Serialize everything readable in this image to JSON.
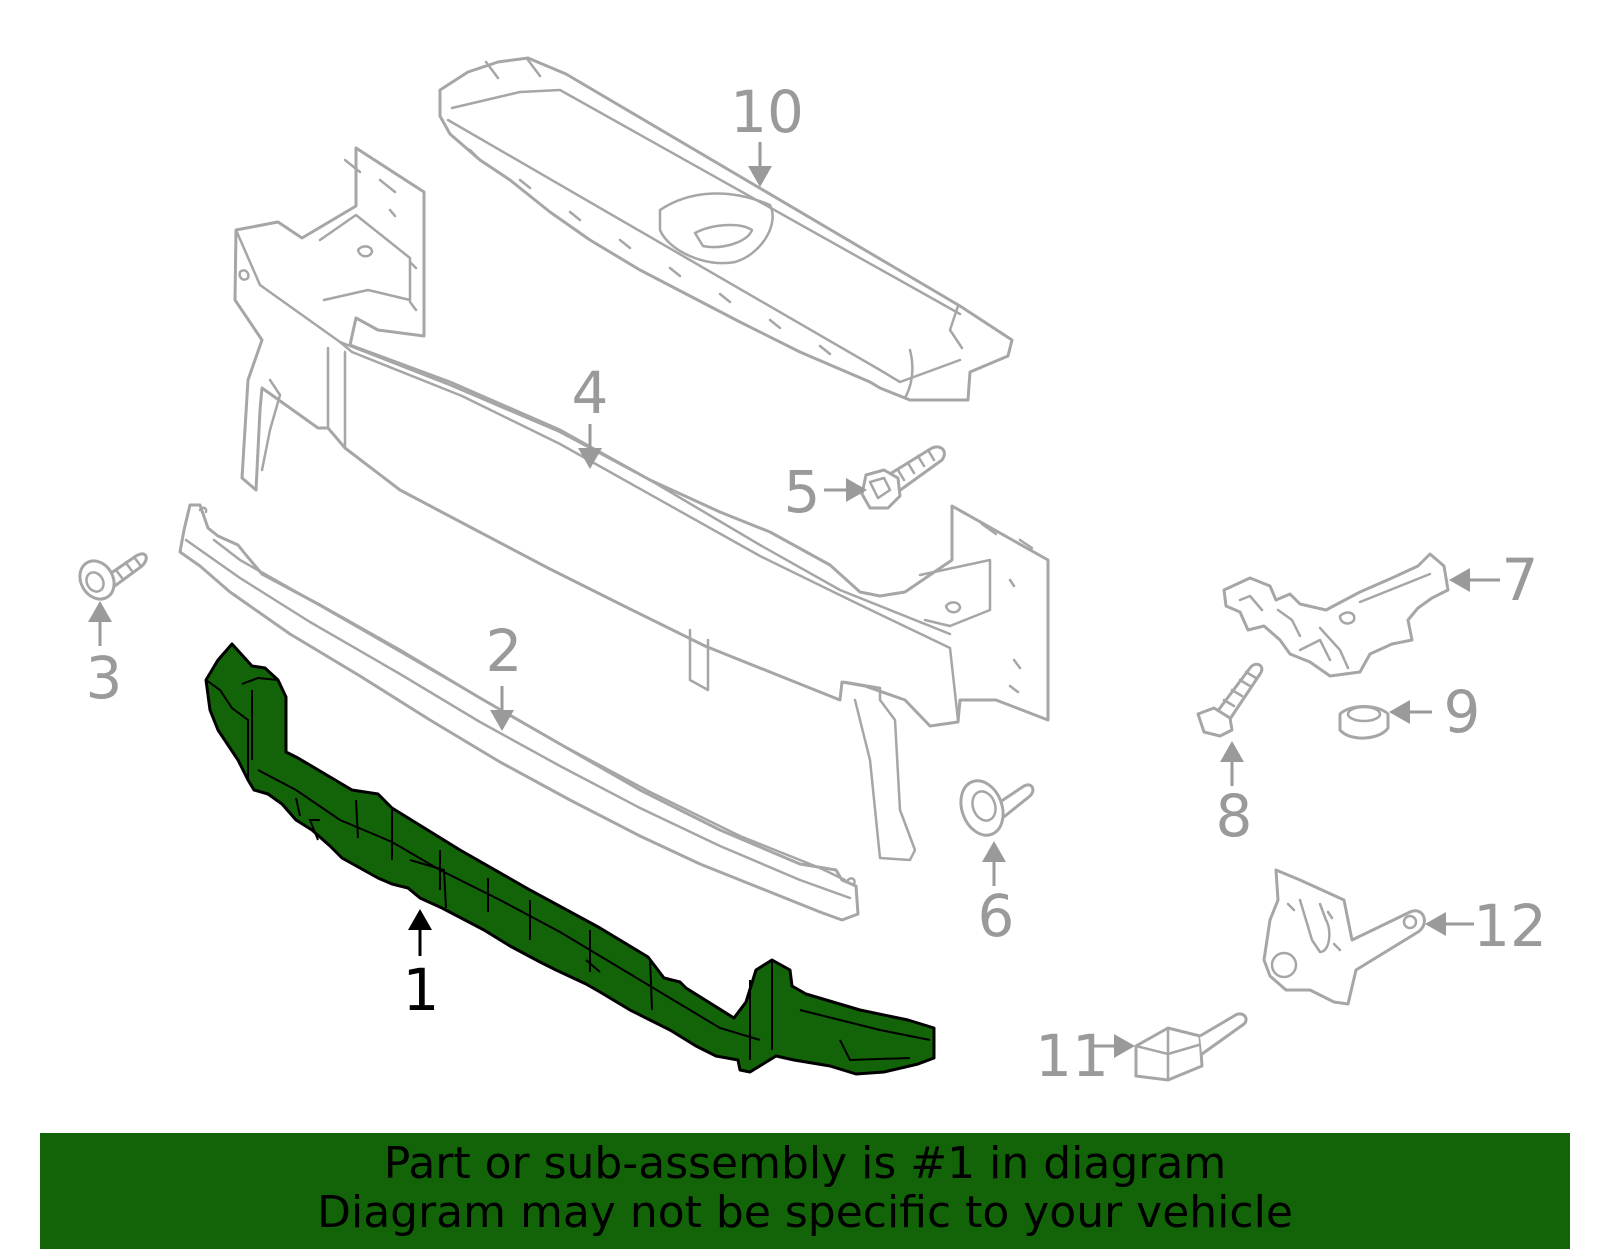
{
  "callouts": {
    "c1": "1",
    "c2": "2",
    "c3": "3",
    "c4": "4",
    "c5": "5",
    "c6": "6",
    "c7": "7",
    "c8": "8",
    "c9": "9",
    "c10": "10",
    "c11": "11",
    "c12": "12"
  },
  "highlighted_part": "1",
  "colors": {
    "highlight_fill": "#136408",
    "line_gray": "#a6a6a6",
    "banner_bg": "#136408",
    "banner_text": "#000000"
  },
  "banner": {
    "line1": "Part or sub-assembly is #1 in diagram",
    "line2": "Diagram may not be specific to your vehicle"
  }
}
